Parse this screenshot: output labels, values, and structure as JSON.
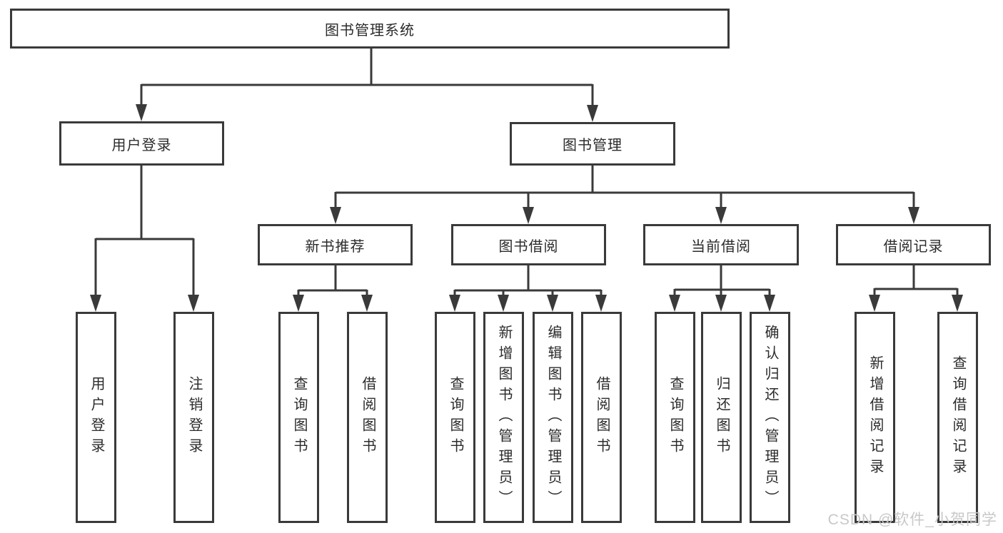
{
  "diagram": {
    "root": {
      "label": "图书管理系统"
    },
    "level2": {
      "user_login": "用户登录",
      "book_management": "图书管理"
    },
    "level3": {
      "new_book_recommend": "新书推荐",
      "book_borrow": "图书借阅",
      "current_borrow": "当前借阅",
      "borrow_record": "借阅记录"
    },
    "leaves": {
      "user_login": "用户登录",
      "logout": "注销登录",
      "nbr_query_book": "查询图书",
      "nbr_borrow_book": "借阅图书",
      "bb_query_book": "查询图书",
      "bb_add_book": "新增图书（管理员）",
      "bb_edit_book": "编辑图书（管理员）",
      "bb_borrow_book": "借阅图书",
      "cb_query_book": "查询图书",
      "cb_return_book": "归还图书",
      "cb_confirm_return": "确认归还（管理员）",
      "br_add_record": "新增借阅记录",
      "br_query_record": "查询借阅记录"
    }
  },
  "watermark": {
    "text": "CSDN @软件_小贺同学",
    "color": "#c8c8c8"
  },
  "colors": {
    "line": "#3a3a3a",
    "node_text": "#2b2b2b",
    "background": "#ffffff"
  }
}
